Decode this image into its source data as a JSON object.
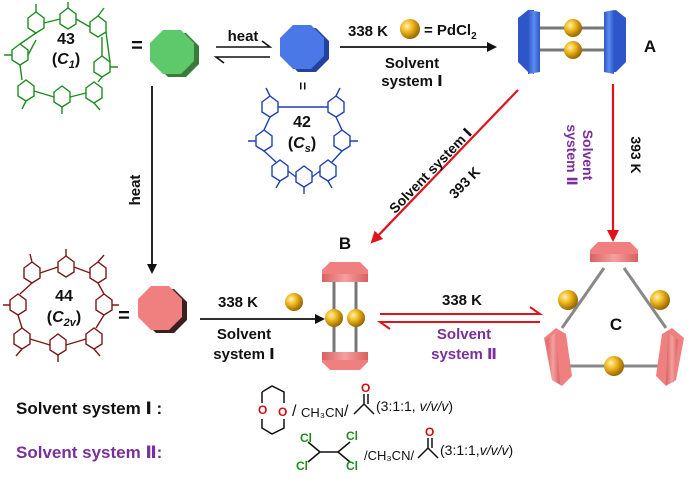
{
  "colors": {
    "green": "#5ec96a",
    "blue": "#4a78e6",
    "pink": "#f07f7f",
    "gold": "#e2a818",
    "red_arrow": "#e0121b",
    "purple_text": "#7a2f9c",
    "cage_green": "#1e8c1e",
    "cage_blue": "#1f3fb0",
    "cage_maroon": "#7a1818"
  },
  "molecules": {
    "m43": {
      "number": "43",
      "symmetry": "C",
      "sub": "1"
    },
    "m42": {
      "number": "42",
      "symmetry": "C",
      "sub": "s"
    },
    "m44": {
      "number": "44",
      "symmetry": "C",
      "sub": "2v"
    }
  },
  "equals": "=",
  "parallel_mark": "=",
  "arrows": {
    "equilibrium_label": "heat",
    "down_label": "heat",
    "top_temp": "338 K",
    "top_reagent_prefix": "= PdCl",
    "top_reagent_sub": "2",
    "top_solvent_line1": "Solvent",
    "top_solvent_line2": "system Ⅰ",
    "diag_solvent": "Solvent system Ⅰ",
    "diag_temp": "393 K",
    "right_solvent_line1": "Solvent",
    "right_solvent_line2": "system Ⅱ",
    "right_temp": "393 K",
    "bottom_left_temp": "338 K",
    "bottom_left_solvent_line1": "Solvent",
    "bottom_left_solvent_line2": "system Ⅰ",
    "bottom_right_temp": "338 K",
    "bottom_right_solvent_line1": "Solvent",
    "bottom_right_solvent_line2": "system Ⅱ"
  },
  "products": {
    "a": "A",
    "b": "B",
    "c": "C"
  },
  "legend": {
    "s1_label": "Solvent system Ⅰ :",
    "s1_o": "O",
    "s1_slash": "/",
    "s1_ch3cn": "CH₃CN",
    "s1_o_acetone": "O",
    "s1_ratio_prefix": "(3:1:1, ",
    "s1_ratio_units": "v/v/v",
    "s1_ratio_suffix": ")",
    "s2_label": "Solvent system Ⅱ:",
    "s2_cl": "Cl",
    "s2_ch3cn": "/CH₃CN/",
    "s2_o_acetone": "O",
    "s2_ratio_prefix": "(3:1:1,",
    "s2_ratio_units": "v/v/v",
    "s2_ratio_suffix": ")"
  }
}
